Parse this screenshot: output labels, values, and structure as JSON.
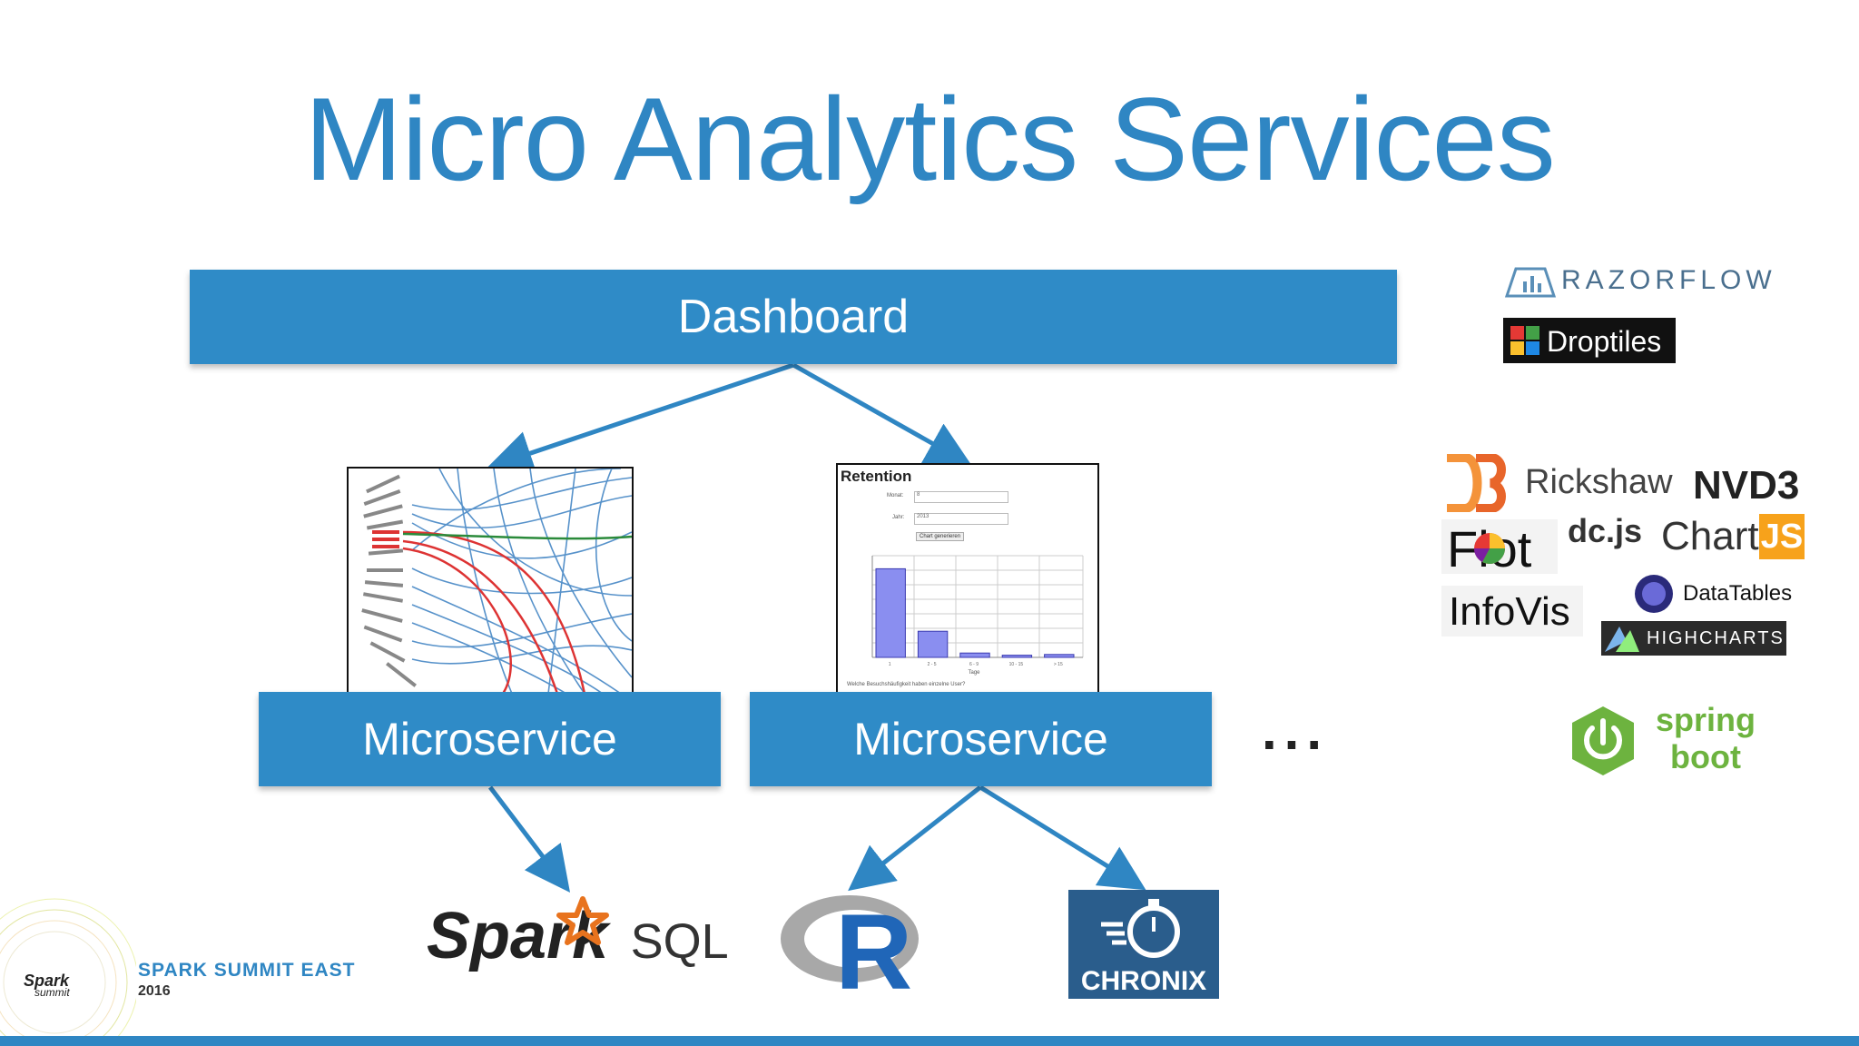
{
  "title": "Micro Analytics Services",
  "nodes": {
    "dashboard": "Dashboard",
    "microservice_1": "Microservice",
    "microservice_2": "Microservice",
    "ellipsis": "..."
  },
  "retention_panel": {
    "title": "Retention",
    "field_month_label": "Monat:",
    "field_month_value": "8",
    "field_year_label": "Jahr:",
    "field_year_value": "2013",
    "button_label": "Chart generieren",
    "bar_values": [
      61000000,
      18000000,
      3000000,
      1500000,
      2000000
    ],
    "bar_categories": [
      "1",
      "2 - 5",
      "6 - 9",
      "10 - 15",
      "> 15"
    ],
    "x_label": "Tage",
    "caption": "Welche Besuchshäufigkeit haben einzelne User?"
  },
  "backends": {
    "spark": "Spark",
    "sql": "SQL",
    "r": "R",
    "chronix": "CHRONIX"
  },
  "frontend_libs": {
    "razorflow": "RAZORFLOW",
    "droptiles": "Droptiles",
    "rickshaw": "Rickshaw",
    "nvd3": "NVD3",
    "flot": "Flot",
    "dcjs": "dc.js",
    "chartjs_chart": "Chart",
    "chartjs_js": "JS",
    "infovis": "InfoVis",
    "datatables": "DataTables",
    "highcharts": "HIGHCHARTS"
  },
  "spring": {
    "line1": "spring",
    "line2": "boot"
  },
  "footer": {
    "event": "SPARK SUMMIT EAST",
    "year": "2016",
    "badge_line1": "Spark",
    "badge_line2": "summit"
  },
  "colors": {
    "title": "#2f86c3",
    "box": "#2f8bc7",
    "arrow": "#2f86c3",
    "spring_green": "#6db33f",
    "chronix_bg": "#2a5d8c"
  }
}
